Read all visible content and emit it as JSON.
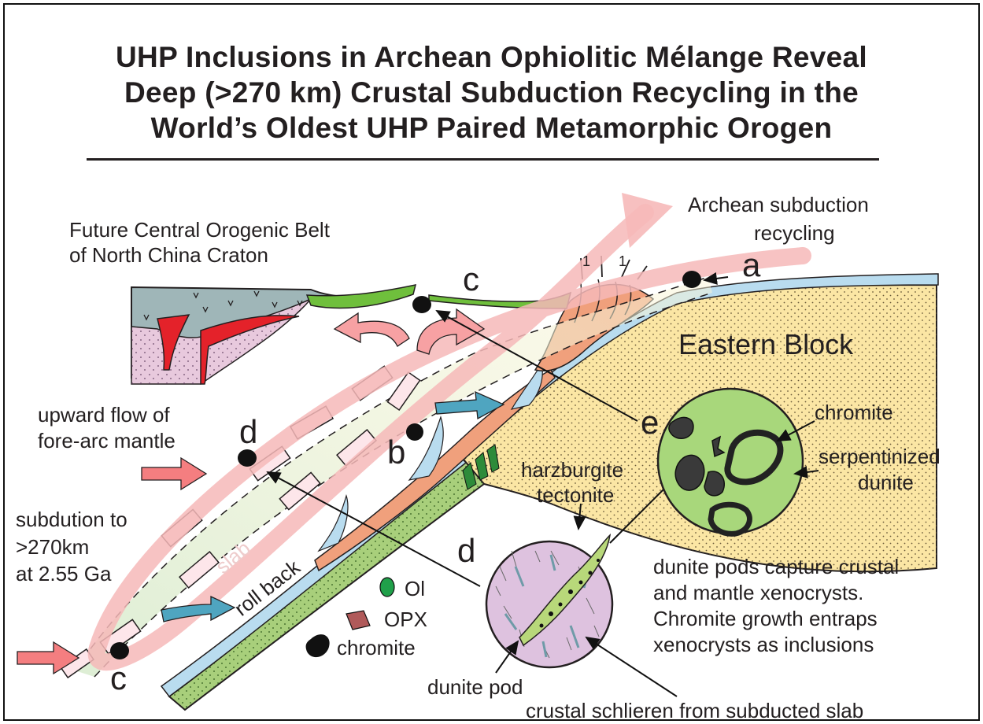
{
  "title": {
    "line1": "UHP Inclusions in Archean Ophiolitic Mélange  Reveal",
    "line2": "Deep (>270 km) Crustal Subduction Recycling in the",
    "line3": "World’s Oldest UHP Paired Metamorphic Orogen"
  },
  "labels": {
    "future_belt_1": "Future Central Orogenic Belt",
    "future_belt_2": "of North China Craton",
    "archean_1": "Archean subduction",
    "archean_2": "recycling",
    "eastern_block": "Eastern Block",
    "upward_1": "upward flow of",
    "upward_2": "fore-arc mantle",
    "subdution_1": "subdution to",
    "subdution_2": ">270km",
    "subdution_3": "at 2.55 Ga",
    "slab": "slab",
    "roll_back": "roll back",
    "harz_1": "harzburgite",
    "harz_2": "tectonite",
    "chromite": "chromite",
    "serp_1": "serpentinized",
    "serp_2": "dunite",
    "dunite_pods_1": "dunite pods capture crustal",
    "dunite_pods_2": "and mantle xenocrysts.",
    "dunite_pods_3": "Chromite growth entraps",
    "dunite_pods_4": "xenocrysts as inclusions",
    "dunite_pod": "dunite pod",
    "crustal_schlieren": "crustal schlieren from subducted slab",
    "letter_a": "a",
    "letter_b": "b",
    "letter_c_top": "c",
    "letter_c_bottom": "c",
    "letter_d_left": "d",
    "letter_d_inset": "d",
    "letter_e": "e",
    "fault_1": "1",
    "fault_2": "1"
  },
  "legend": {
    "ol": "Ol",
    "opx": "OPX",
    "chromite": "chromite"
  },
  "colors": {
    "title_text": "#231f20",
    "crust_gray": "#9fb6b8",
    "lower_crust_pink": "#e8c9dd",
    "red": "#e4222a",
    "green_ophiolite": "#6fbf3c",
    "orange_wedge": "#f0a07c",
    "sky_blue": "#b9dcef",
    "yellow_block": "#fbe6a4",
    "slab_green": "#a8cf7b",
    "pink_loop": "#f6b9b9",
    "teal_arrow": "#4fa5c0",
    "inset_green": "#a8d77b",
    "inset_purple": "#dec2df"
  }
}
